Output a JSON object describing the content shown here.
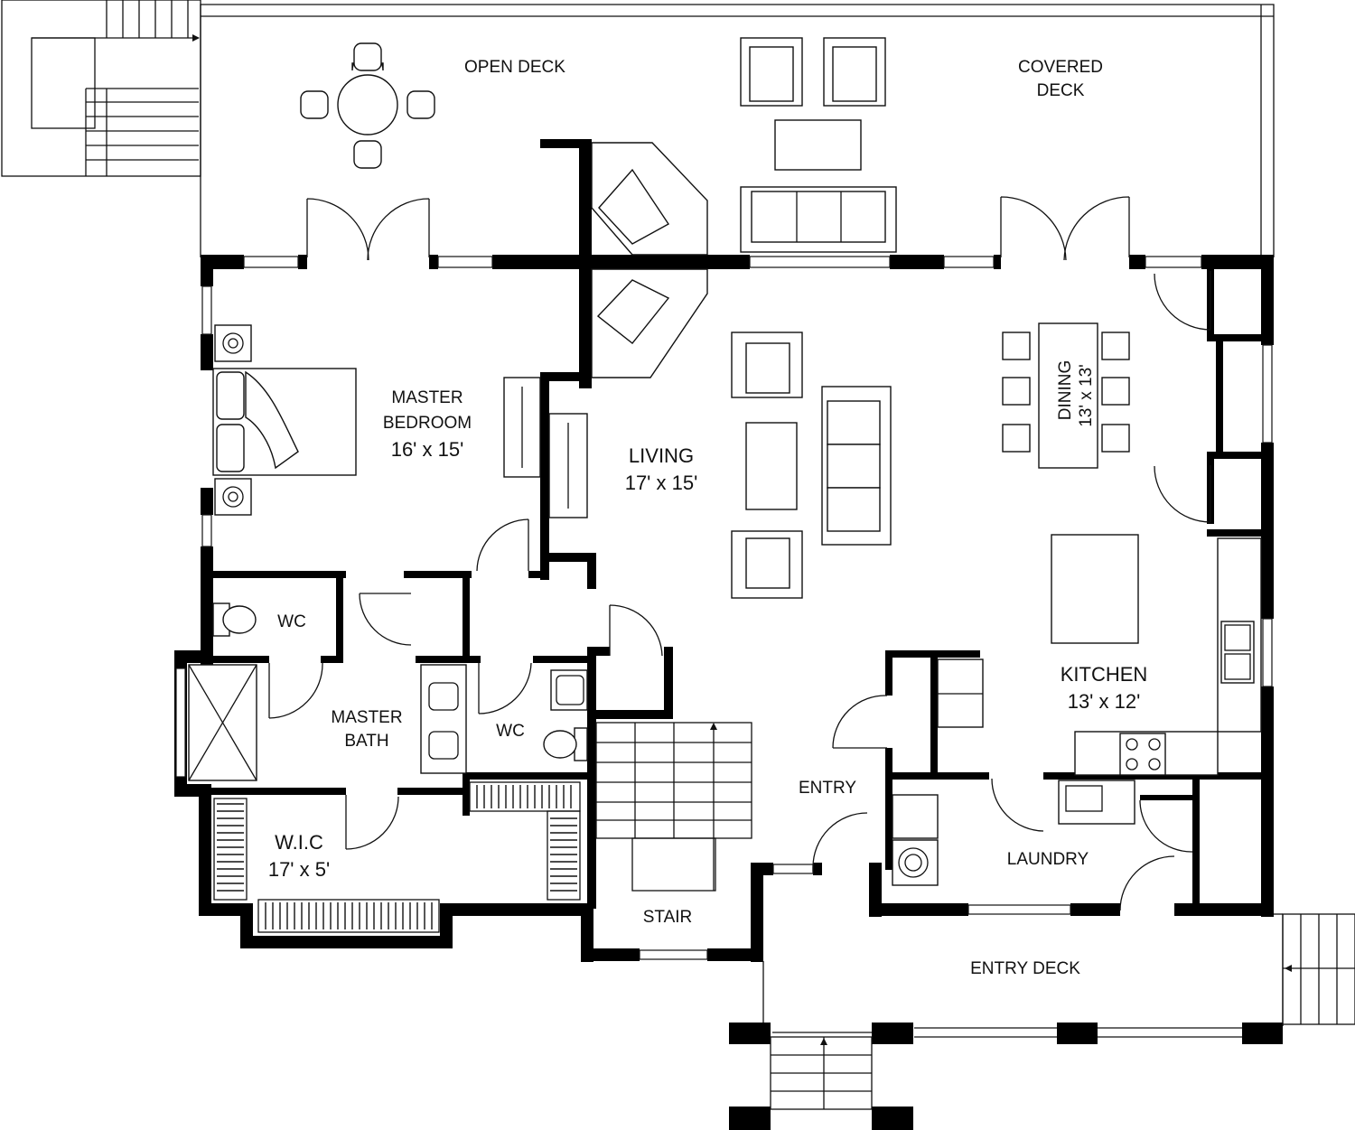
{
  "rooms": [
    {
      "name": "OPEN DECK"
    },
    {
      "name": "COVERED",
      "name2": "DECK"
    },
    {
      "name": "MASTER",
      "name2": "BEDROOM",
      "dim": "16' x 15'"
    },
    {
      "name": "LIVING",
      "dim": "17' x 15'"
    },
    {
      "name": "DINING",
      "dim": "13' x 13'"
    },
    {
      "name": "WC"
    },
    {
      "name": "MASTER",
      "name2": "BATH"
    },
    {
      "name": "WC"
    },
    {
      "name": "W.I.C",
      "dim": "17' x 5'"
    },
    {
      "name": "KITCHEN",
      "dim": "13' x 12'"
    },
    {
      "name": "ENTRY"
    },
    {
      "name": "LAUNDRY"
    },
    {
      "name": "STAIR"
    },
    {
      "name": "ENTRY DECK"
    }
  ],
  "icons": {
    "sink": "sink-icon",
    "toilet": "toilet-icon",
    "range": "cooktop-icon",
    "washer": "washer-icon",
    "shower": "shower-icon",
    "lamp": "lamp-icon"
  },
  "colors": {
    "wall": "#000000",
    "line": "#111111",
    "background": "#ffffff"
  }
}
